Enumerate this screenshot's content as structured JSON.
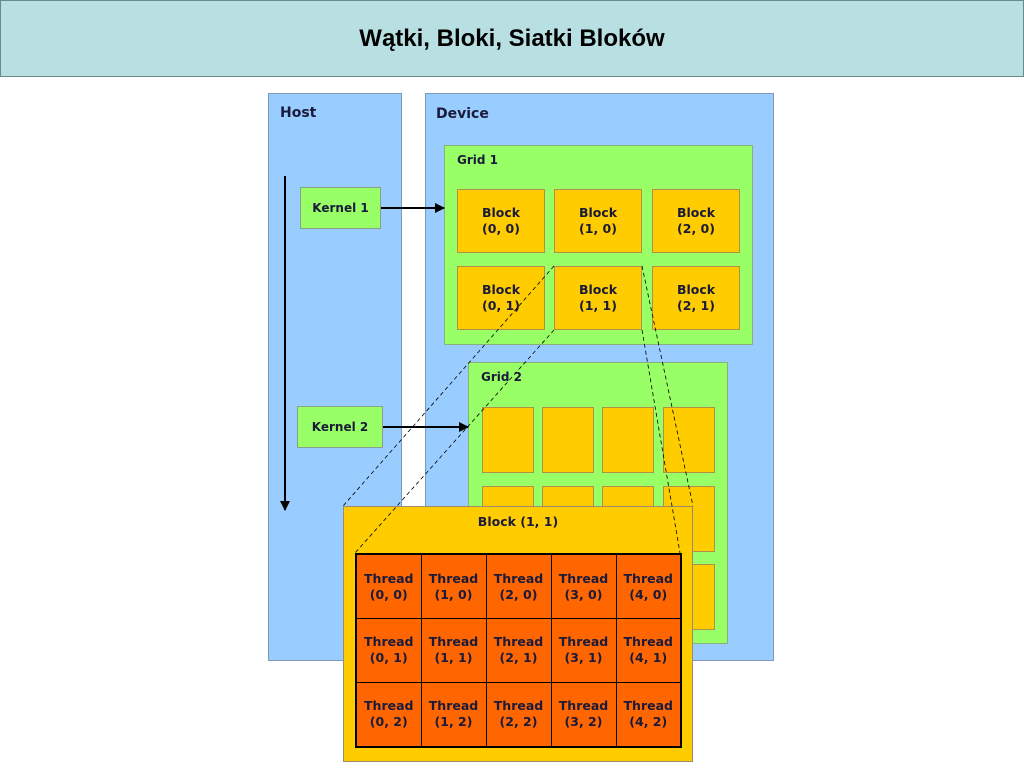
{
  "header": {
    "title": "Wątki, Bloki, Siatki Bloków"
  },
  "host": {
    "label": "Host"
  },
  "device": {
    "label": "Device"
  },
  "kernels": [
    {
      "label": "Kernel 1"
    },
    {
      "label": "Kernel 2"
    }
  ],
  "grid1": {
    "label": "Grid 1",
    "blocks": [
      {
        "name": "Block",
        "coord": "(0, 0)"
      },
      {
        "name": "Block",
        "coord": "(1, 0)"
      },
      {
        "name": "Block",
        "coord": "(2, 0)"
      },
      {
        "name": "Block",
        "coord": "(0, 1)"
      },
      {
        "name": "Block",
        "coord": "(1, 1)"
      },
      {
        "name": "Block",
        "coord": "(2, 1)"
      }
    ]
  },
  "grid2": {
    "label": "Grid 2"
  },
  "zoom": {
    "title": "Block (1, 1)",
    "threads": [
      [
        {
          "name": "Thread",
          "coord": "(0, 0)"
        },
        {
          "name": "Thread",
          "coord": "(1, 0)"
        },
        {
          "name": "Thread",
          "coord": "(2, 0)"
        },
        {
          "name": "Thread",
          "coord": "(3, 0)"
        },
        {
          "name": "Thread",
          "coord": "(4, 0)"
        }
      ],
      [
        {
          "name": "Thread",
          "coord": "(0, 1)"
        },
        {
          "name": "Thread",
          "coord": "(1, 1)"
        },
        {
          "name": "Thread",
          "coord": "(2, 1)"
        },
        {
          "name": "Thread",
          "coord": "(3, 1)"
        },
        {
          "name": "Thread",
          "coord": "(4, 1)"
        }
      ],
      [
        {
          "name": "Thread",
          "coord": "(0, 2)"
        },
        {
          "name": "Thread",
          "coord": "(1, 2)"
        },
        {
          "name": "Thread",
          "coord": "(2, 2)"
        },
        {
          "name": "Thread",
          "coord": "(3, 2)"
        },
        {
          "name": "Thread",
          "coord": "(4, 2)"
        }
      ]
    ]
  },
  "colors": {
    "header_bg": "#b8dfe1",
    "panel_blue": "#99ccff",
    "grid_green": "#99ff66",
    "block_yellow": "#ffcc00",
    "thread_orange": "#ff6600"
  }
}
